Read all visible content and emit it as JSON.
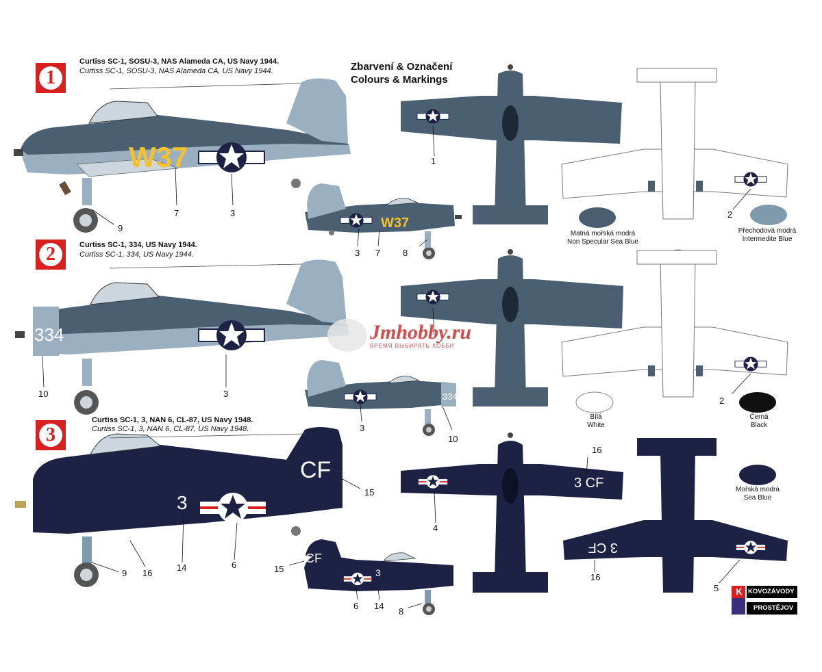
{
  "variants": [
    {
      "number": "1",
      "title": "Curtiss SC-1, SOSU-3, NAS  Alameda  CA, US Navy 1944.",
      "subtitle": "Curtiss SC-1, SOSU-3, NAS  Alameda  CA, US Navy 1944.",
      "code": "W37"
    },
    {
      "number": "2",
      "title": "Curtiss SC-1, 334, US Navy 1944.",
      "subtitle": "Curtiss SC-1, 334, US Navy 1944.",
      "code": "334"
    },
    {
      "number": "3",
      "title": "Curtiss SC-1, 3, NAN 6, CL-87, US Navy 1948.",
      "subtitle": "Curtiss SC-1, 3, NAN 6, CL-87, US Navy 1948.",
      "code": "3",
      "tail_code": "CF",
      "wing_code": "3 CF"
    }
  ],
  "heading": {
    "line1": "Zbarvení & Označení",
    "line2": "Colours & Markings"
  },
  "swatches": [
    {
      "cz": "Matná mořská modrá",
      "en": "Non Specular Sea Blue",
      "color": "#4a5f72"
    },
    {
      "cz": "Přechodová modrá",
      "en": "Intermedite Blue",
      "color": "#7f9aad"
    },
    {
      "cz": "Bílá",
      "en": "White",
      "color": "#ffffff"
    },
    {
      "cz": "Černá",
      "en": "Black",
      "color": "#101010"
    },
    {
      "cz": "Mořská modrá",
      "en": "Sea Blue",
      "color": "#1d2244"
    }
  ],
  "callouts": {
    "c1": "1",
    "c2": "2",
    "c3": "3",
    "c4": "4",
    "c5": "5",
    "c6": "6",
    "c7": "7",
    "c8": "8",
    "c9": "9",
    "c10": "10",
    "c14": "14",
    "c15": "15",
    "c16": "16"
  },
  "watermark": {
    "name": "Jmhobby.ru",
    "tagline": "ВРЕМЯ ВЫБИРАТЬ ХОББИ"
  },
  "logo": {
    "top": "KOVOZÁVODY",
    "bottom": "PROSTĚJOV",
    "letter": "K"
  },
  "colors": {
    "accent": "#d8201f",
    "seaBlue": "#1d2244",
    "nsSeaBlue": "#4a5f72",
    "intBlue": "#7f9aad",
    "yellow": "#f2c230"
  }
}
